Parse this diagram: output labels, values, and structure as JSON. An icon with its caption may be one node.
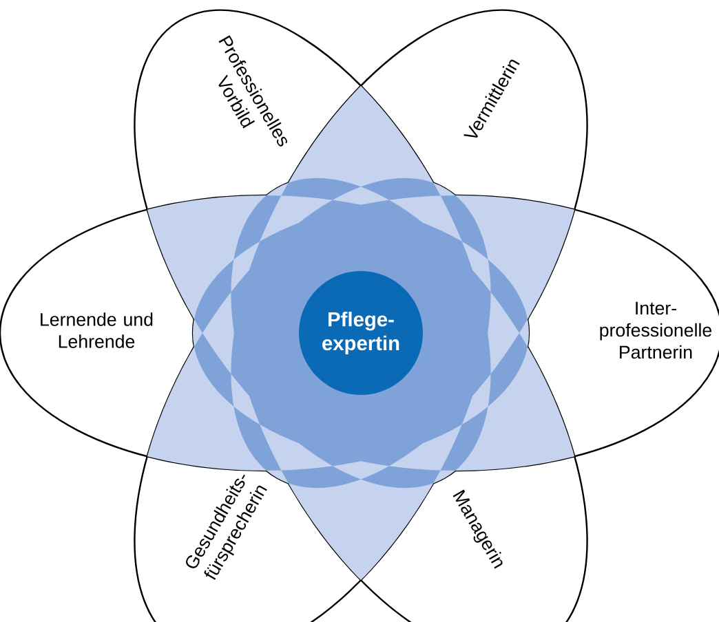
{
  "diagram": {
    "nodes": [
      {
        "text": [
          "Professionelles Vorbild"
        ]
      },
      {
        "text": [
          "Vermittlerin"
        ]
      },
      {
        "text": [
          "Lernende und Lehrende"
        ]
      },
      {
        "text": [
          "Pflege- expertin"
        ]
      },
      {
        "text": [
          "Inter- professionelle Partnerin"
        ]
      },
      {
        "text": [
          "Gesundheits- fürsprecherin"
        ]
      },
      {
        "text": [
          "Managerin"
        ]
      }
    ]
  }
}
